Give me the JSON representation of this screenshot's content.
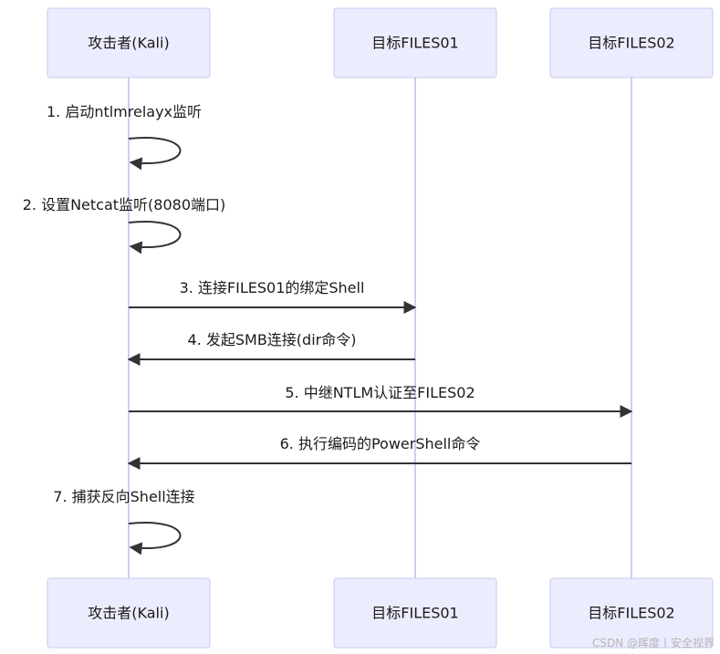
{
  "actors": [
    {
      "id": "kali",
      "label": "攻击者(Kali)"
    },
    {
      "id": "f1",
      "label": "目标FILES01"
    },
    {
      "id": "f2",
      "label": "目标FILES02"
    }
  ],
  "messages": [
    {
      "from": "kali",
      "to": "kali",
      "label": "1. 启动ntlmrelayx监听"
    },
    {
      "from": "kali",
      "to": "kali",
      "label": "2. 设置Netcat监听(8080端口)"
    },
    {
      "from": "kali",
      "to": "f1",
      "label": "3. 连接FILES01的绑定Shell"
    },
    {
      "from": "f1",
      "to": "kali",
      "label": "4. 发起SMB连接(dir命令)"
    },
    {
      "from": "kali",
      "to": "f2",
      "label": "5. 中继NTLM认证至FILES02"
    },
    {
      "from": "f2",
      "to": "kali",
      "label": "6. 执行编码的PowerShell命令"
    },
    {
      "from": "kali",
      "to": "kali",
      "label": "7. 捕获反向Shell连接"
    }
  ],
  "watermark": "CSDN @晖度丨安全视界",
  "colors": {
    "actor_fill": "#ECECFF",
    "actor_border": "#C8C8F0",
    "lifeline": "#D9C9F0",
    "arrow": "#333333"
  }
}
